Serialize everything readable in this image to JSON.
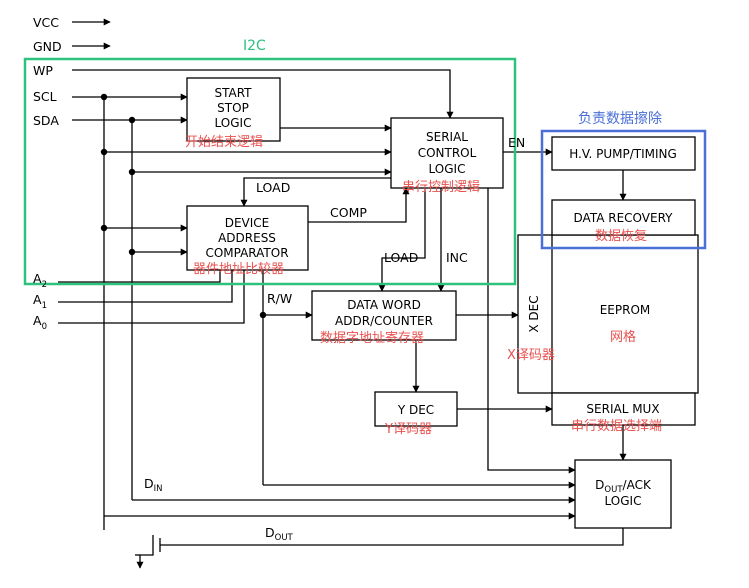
{
  "colors": {
    "line": "#000000",
    "i2c_box": "#2ec27e",
    "erase_box": "#4a6fd6",
    "annotation": "#e8514f"
  },
  "groups": {
    "i2c": "I2C",
    "erase": "负责数据擦除"
  },
  "pins": {
    "vcc": "VCC",
    "gnd": "GND",
    "wp": "WP",
    "scl": "SCL",
    "sda": "SDA",
    "a": "A",
    "a2_sub": "2",
    "a1_sub": "1",
    "a0_sub": "0"
  },
  "blocks": {
    "start_stop": {
      "line1": "START",
      "line2": "STOP",
      "line3": "LOGIC",
      "cn": "开始结束逻辑"
    },
    "serial_control": {
      "line1": "SERIAL",
      "line2": "CONTROL",
      "line3": "LOGIC",
      "cn": "串行控制逻辑"
    },
    "device_address": {
      "line1": "DEVICE",
      "line2": "ADDRESS",
      "line3": "COMPARATOR",
      "cn": "器件地址比较器"
    },
    "hv_pump": {
      "label": "H.V. PUMP/TIMING"
    },
    "data_recovery": {
      "label": "DATA RECOVERY",
      "cn": "数据恢复"
    },
    "eeprom": {
      "label": "EEPROM",
      "cn": "网格"
    },
    "x_dec": {
      "label": "X DEC",
      "cn": "X译码器"
    },
    "data_word": {
      "line1": "DATA WORD",
      "line2": "ADDR/COUNTER",
      "cn": "数据字地址寄存器"
    },
    "y_dec": {
      "label": "Y DEC",
      "cn": "Y译码器"
    },
    "serial_mux": {
      "label": "SERIAL MUX",
      "cn": "串行数据选择端"
    },
    "dout_ack": {
      "prefix": "D",
      "sub": "OUT",
      "suffix": "/ACK",
      "line2": "LOGIC"
    }
  },
  "signals": {
    "en": "EN",
    "load1": "LOAD",
    "comp": "COMP",
    "load2": "LOAD",
    "inc": "INC",
    "rw": "R/W",
    "din": "D",
    "din_sub": "IN",
    "dout": "D",
    "dout_sub": "OUT"
  }
}
